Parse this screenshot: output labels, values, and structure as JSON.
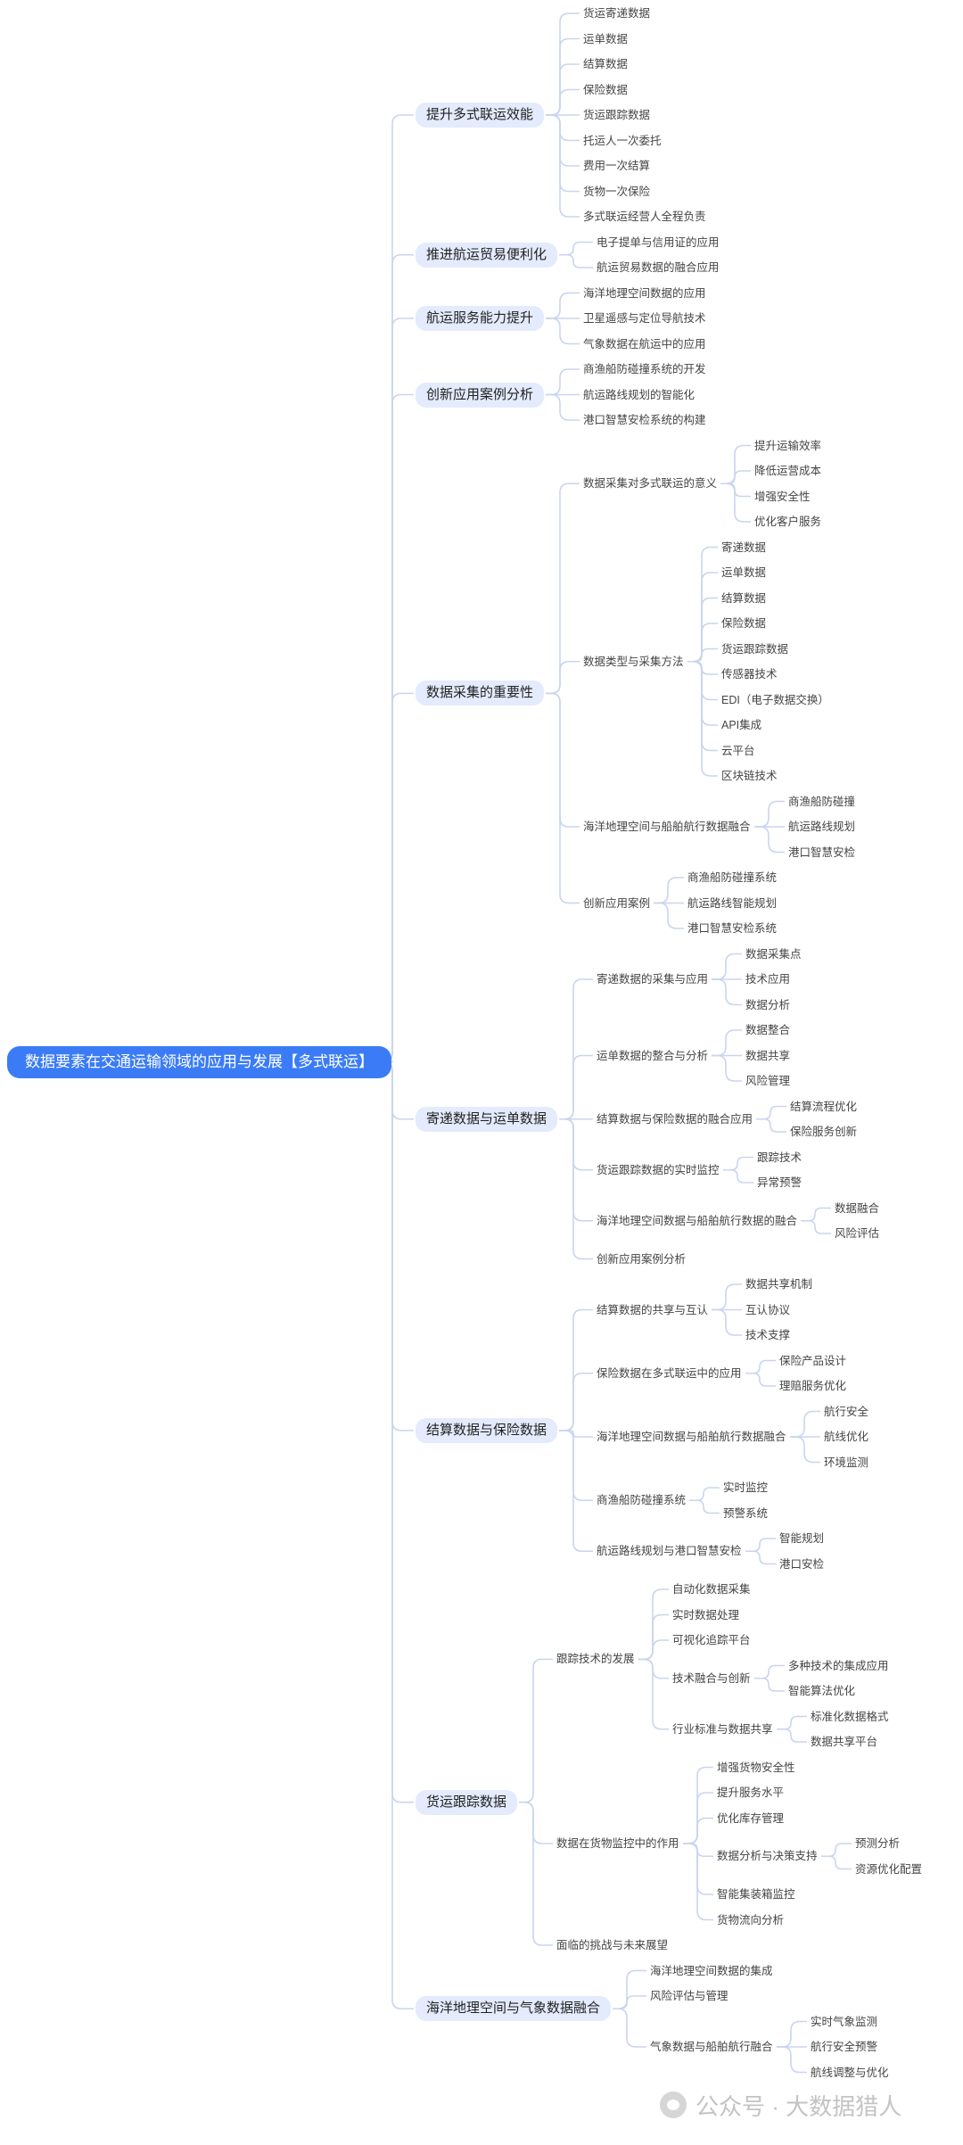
{
  "mindmap": {
    "label": "数据要素在交通运输领域的应用与发展【多式联运】",
    "children": [
      {
        "label": "提升多式联运效能",
        "children": [
          {
            "label": "货运寄递数据"
          },
          {
            "label": "运单数据"
          },
          {
            "label": "结算数据"
          },
          {
            "label": "保险数据"
          },
          {
            "label": "货运跟踪数据"
          },
          {
            "label": "托运人一次委托"
          },
          {
            "label": "费用一次结算"
          },
          {
            "label": "货物一次保险"
          },
          {
            "label": "多式联运经营人全程负责"
          }
        ]
      },
      {
        "label": "推进航运贸易便利化",
        "children": [
          {
            "label": "电子提单与信用证的应用"
          },
          {
            "label": "航运贸易数据的融合应用"
          }
        ]
      },
      {
        "label": "航运服务能力提升",
        "children": [
          {
            "label": "海洋地理空间数据的应用"
          },
          {
            "label": "卫星遥感与定位导航技术"
          },
          {
            "label": "气象数据在航运中的应用"
          }
        ]
      },
      {
        "label": "创新应用案例分析",
        "children": [
          {
            "label": "商渔船防碰撞系统的开发"
          },
          {
            "label": "航运路线规划的智能化"
          },
          {
            "label": "港口智慧安检系统的构建"
          }
        ]
      },
      {
        "label": "数据采集的重要性",
        "children": [
          {
            "label": "数据采集对多式联运的意义",
            "children": [
              {
                "label": "提升运输效率"
              },
              {
                "label": "降低运营成本"
              },
              {
                "label": "增强安全性"
              },
              {
                "label": "优化客户服务"
              }
            ]
          },
          {
            "label": "数据类型与采集方法",
            "children": [
              {
                "label": "寄递数据"
              },
              {
                "label": "运单数据"
              },
              {
                "label": "结算数据"
              },
              {
                "label": "保险数据"
              },
              {
                "label": "货运跟踪数据"
              },
              {
                "label": "传感器技术"
              },
              {
                "label": "EDI（电子数据交换）"
              },
              {
                "label": "API集成"
              },
              {
                "label": "云平台"
              },
              {
                "label": "区块链技术"
              }
            ]
          },
          {
            "label": "海洋地理空间与船舶航行数据融合",
            "children": [
              {
                "label": "商渔船防碰撞"
              },
              {
                "label": "航运路线规划"
              },
              {
                "label": "港口智慧安检"
              }
            ]
          },
          {
            "label": "创新应用案例",
            "children": [
              {
                "label": "商渔船防碰撞系统"
              },
              {
                "label": "航运路线智能规划"
              },
              {
                "label": "港口智慧安检系统"
              }
            ]
          }
        ]
      },
      {
        "label": "寄递数据与运单数据",
        "children": [
          {
            "label": "寄递数据的采集与应用",
            "children": [
              {
                "label": "数据采集点"
              },
              {
                "label": "技术应用"
              },
              {
                "label": "数据分析"
              }
            ]
          },
          {
            "label": "运单数据的整合与分析",
            "children": [
              {
                "label": "数据整合"
              },
              {
                "label": "数据共享"
              },
              {
                "label": "风险管理"
              }
            ]
          },
          {
            "label": "结算数据与保险数据的融合应用",
            "children": [
              {
                "label": "结算流程优化"
              },
              {
                "label": "保险服务创新"
              }
            ]
          },
          {
            "label": "货运跟踪数据的实时监控",
            "children": [
              {
                "label": "跟踪技术"
              },
              {
                "label": "异常预警"
              }
            ]
          },
          {
            "label": "海洋地理空间数据与船舶航行数据的融合",
            "children": [
              {
                "label": "数据融合"
              },
              {
                "label": "风险评估"
              }
            ]
          },
          {
            "label": "创新应用案例分析"
          }
        ]
      },
      {
        "label": "结算数据与保险数据",
        "children": [
          {
            "label": "结算数据的共享与互认",
            "children": [
              {
                "label": "数据共享机制"
              },
              {
                "label": "互认协议"
              },
              {
                "label": "技术支撑"
              }
            ]
          },
          {
            "label": "保险数据在多式联运中的应用",
            "children": [
              {
                "label": "保险产品设计"
              },
              {
                "label": "理赔服务优化"
              }
            ]
          },
          {
            "label": "海洋地理空间数据与船舶航行数据融合",
            "children": [
              {
                "label": "航行安全"
              },
              {
                "label": "航线优化"
              },
              {
                "label": "环境监测"
              }
            ]
          },
          {
            "label": "商渔船防碰撞系统",
            "children": [
              {
                "label": "实时监控"
              },
              {
                "label": "预警系统"
              }
            ]
          },
          {
            "label": "航运路线规划与港口智慧安检",
            "children": [
              {
                "label": "智能规划"
              },
              {
                "label": "港口安检"
              }
            ]
          }
        ]
      },
      {
        "label": "货运跟踪数据",
        "children": [
          {
            "label": "跟踪技术的发展",
            "children": [
              {
                "label": "自动化数据采集"
              },
              {
                "label": "实时数据处理"
              },
              {
                "label": "可视化追踪平台"
              },
              {
                "label": "技术融合与创新",
                "children": [
                  {
                    "label": "多种技术的集成应用"
                  },
                  {
                    "label": "智能算法优化"
                  }
                ]
              },
              {
                "label": "行业标准与数据共享",
                "children": [
                  {
                    "label": "标准化数据格式"
                  },
                  {
                    "label": "数据共享平台"
                  }
                ]
              }
            ]
          },
          {
            "label": "数据在货物监控中的作用",
            "children": [
              {
                "label": "增强货物安全性"
              },
              {
                "label": "提升服务水平"
              },
              {
                "label": "优化库存管理"
              },
              {
                "label": "数据分析与决策支持",
                "children": [
                  {
                    "label": "预测分析"
                  },
                  {
                    "label": "资源优化配置"
                  }
                ]
              },
              {
                "label": "智能集装箱监控"
              },
              {
                "label": "货物流向分析"
              }
            ]
          },
          {
            "label": "面临的挑战与未来展望"
          }
        ]
      },
      {
        "label": "海洋地理空间与气象数据融合",
        "children": [
          {
            "label": "海洋地理空间数据的集成"
          },
          {
            "label": "风险评估与管理"
          },
          {
            "label": "气象数据与船舶航行融合",
            "children": [
              {
                "label": "实时气象监测"
              },
              {
                "label": "航行安全预警"
              },
              {
                "label": "航线调整与优化"
              }
            ]
          }
        ]
      }
    ]
  },
  "watermark": {
    "text": "公众号 · 大数据猎人",
    "icon": "wechat-icon"
  }
}
